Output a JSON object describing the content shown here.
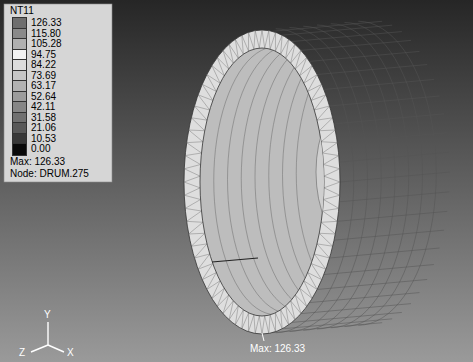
{
  "diagram": {
    "labels": [
      "NT11",
      "Max: 126.33",
      "Node: DRUM.275",
      "Max: 126.33",
      "Y",
      "Z",
      "X"
    ],
    "legend": [
      {
        "text": "126.33",
        "color": "#6e6e6e"
      },
      {
        "text": "115.80",
        "color": "#8a8a8a"
      },
      {
        "text": "105.28",
        "color": "#b0b0b0"
      },
      {
        "text": "94.75",
        "color": "#f2f2f2"
      },
      {
        "text": "84.22",
        "color": "#dcdcdc"
      },
      {
        "text": "73.69",
        "color": "#c6c6c6"
      },
      {
        "text": "63.17",
        "color": "#b2b2b2"
      },
      {
        "text": "52.64",
        "color": "#9c9c9c"
      },
      {
        "text": "42.11",
        "color": "#868686"
      },
      {
        "text": "31.58",
        "color": "#707070"
      },
      {
        "text": "21.06",
        "color": "#585858"
      },
      {
        "text": "10.53",
        "color": "#383838"
      },
      {
        "text": "0.00",
        "color": "#0a0a0a"
      }
    ]
  }
}
